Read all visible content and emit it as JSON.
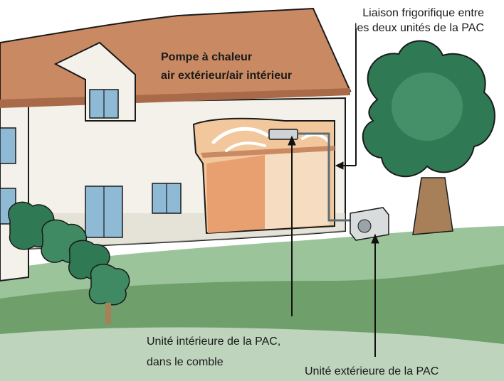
{
  "labels": {
    "title_line1": "Pompe à chaleur",
    "title_line2": "air extérieur/air intérieur",
    "refrigerant_line1": "Liaison frigorifique entre",
    "refrigerant_line2": "les deux unités de la PAC",
    "indoor_line1": "Unité intérieure de la PAC,",
    "indoor_line2": "dans le comble",
    "outdoor": "Unité extérieure de la PAC"
  },
  "colors": {
    "roof": "#c98a63",
    "roof_dark": "#a86a48",
    "wall": "#f3f1ea",
    "wall_shadow": "#dcd8cc",
    "interior_open": "#e9a070",
    "interior_warm": "#f2c79c",
    "lawn": "#6fa06b",
    "lawn_light": "#9cc49a",
    "tree": "#2f7a55",
    "tree_light": "#4f9a72",
    "trunk": "#a7805a",
    "window_glass": "#8ebad6",
    "outline": "#1a1a1a",
    "arrow": "#111111"
  }
}
